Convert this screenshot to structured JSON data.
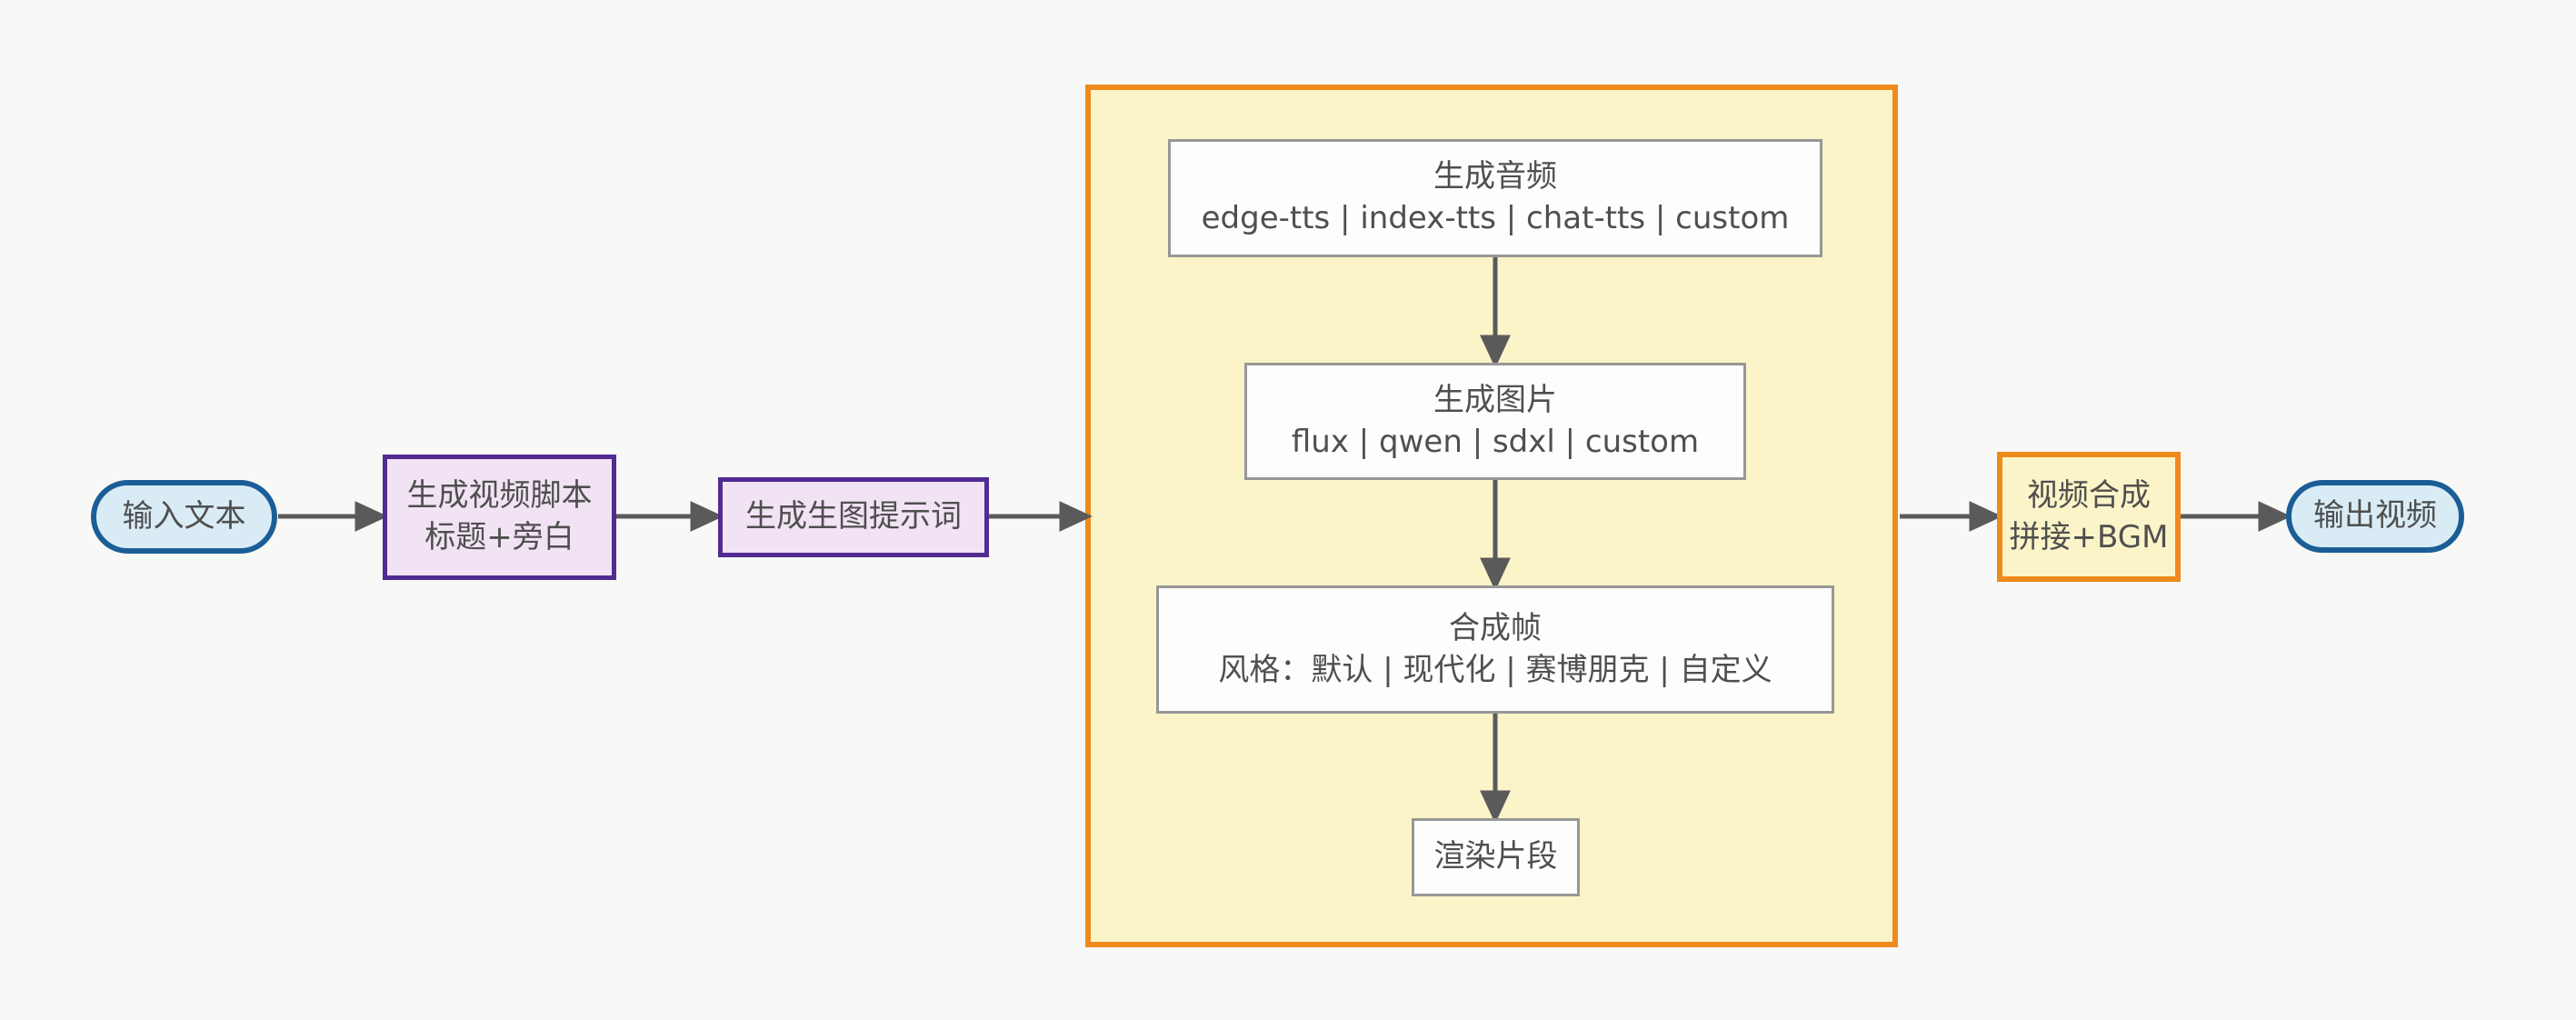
{
  "diagram": {
    "nodes": {
      "input": {
        "label": "输入文本"
      },
      "script": {
        "line1": "生成视频脚本",
        "line2": "标题+旁白"
      },
      "prompt": {
        "label": "生成生图提示词"
      },
      "audio": {
        "line1": "生成音频",
        "line2": "edge-tts | index-tts | chat-tts | custom"
      },
      "image": {
        "line1": "生成图片",
        "line2": "flux | qwen | sdxl | custom"
      },
      "frames": {
        "line1": "合成帧",
        "line2": "风格：默认 | 现代化 | 赛博朋克 | 自定义"
      },
      "render": {
        "label": "渲染片段"
      },
      "merge": {
        "line1": "视频合成",
        "line2": "拼接+BGM"
      },
      "output": {
        "label": "输出视频"
      }
    },
    "edges": [
      {
        "from": "input",
        "to": "script"
      },
      {
        "from": "script",
        "to": "prompt"
      },
      {
        "from": "prompt",
        "to": "pipeline"
      },
      {
        "from": "audio",
        "to": "image"
      },
      {
        "from": "image",
        "to": "frames"
      },
      {
        "from": "frames",
        "to": "render"
      },
      {
        "from": "pipeline",
        "to": "merge"
      },
      {
        "from": "merge",
        "to": "output"
      }
    ],
    "colors": {
      "terminal_fill": "#d9ecf6",
      "terminal_border": "#1b5e97",
      "process_fill": "#f1e3f3",
      "process_border": "#512b90",
      "container_fill": "#fbf4c8",
      "container_border": "#ef8a1c",
      "step_fill": "#fdfdfd",
      "step_border": "#979797",
      "arrow": "#5a5a5a",
      "text": "#4f4f4f",
      "background": "#f8f8f7"
    }
  }
}
